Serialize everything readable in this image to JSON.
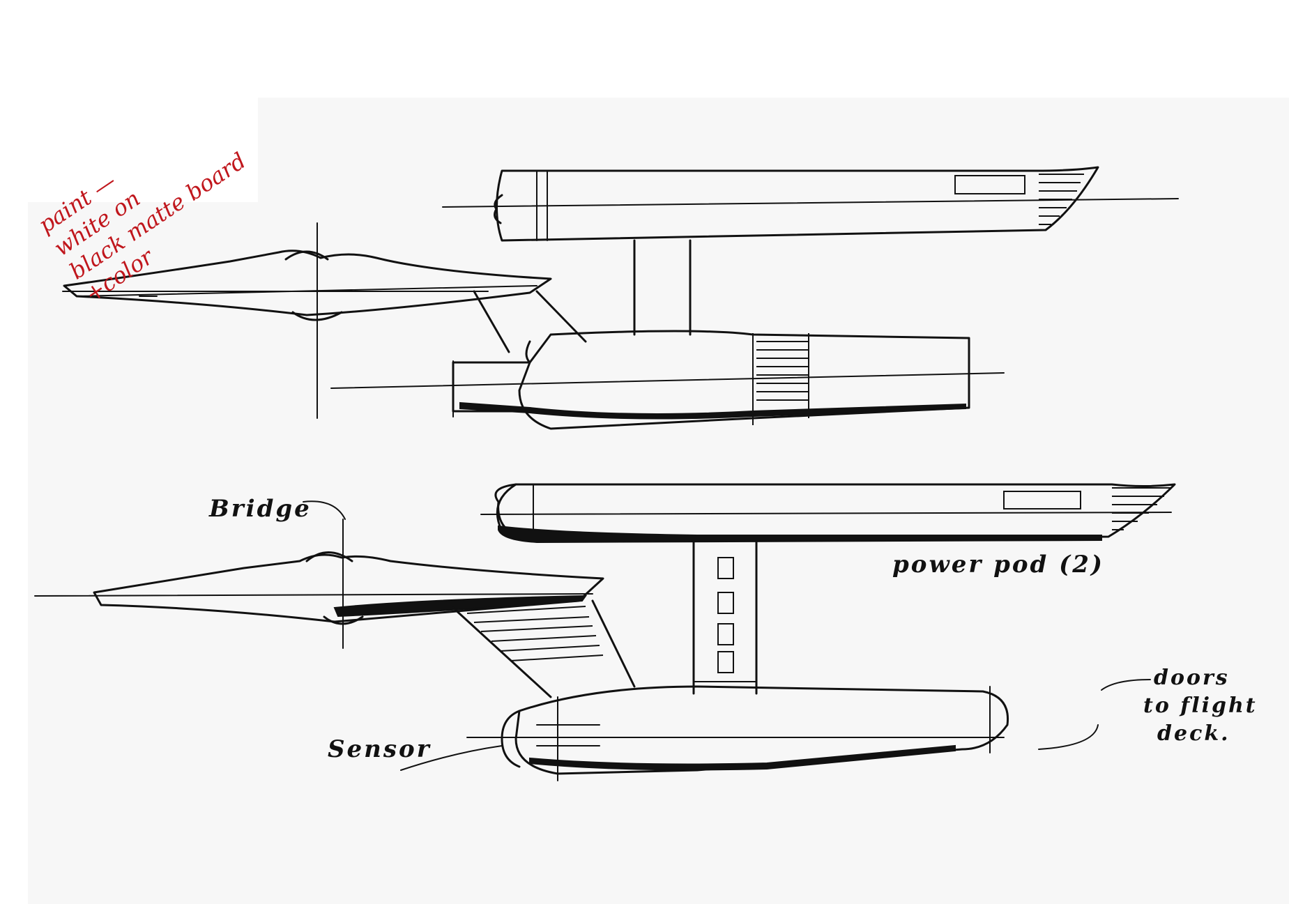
{
  "annotation": {
    "color": "#c0161c",
    "lines": [
      "paint —",
      "white on",
      "black matte board",
      "+color"
    ]
  },
  "labels": {
    "bridge": "Bridge",
    "power_pod": "power pod (2)",
    "sensor": "Sensor",
    "doors": [
      "doors",
      "to flight",
      "deck."
    ]
  },
  "colors": {
    "ink": "#111111",
    "paper": "#f7f7f7",
    "background": "#ffffff"
  }
}
